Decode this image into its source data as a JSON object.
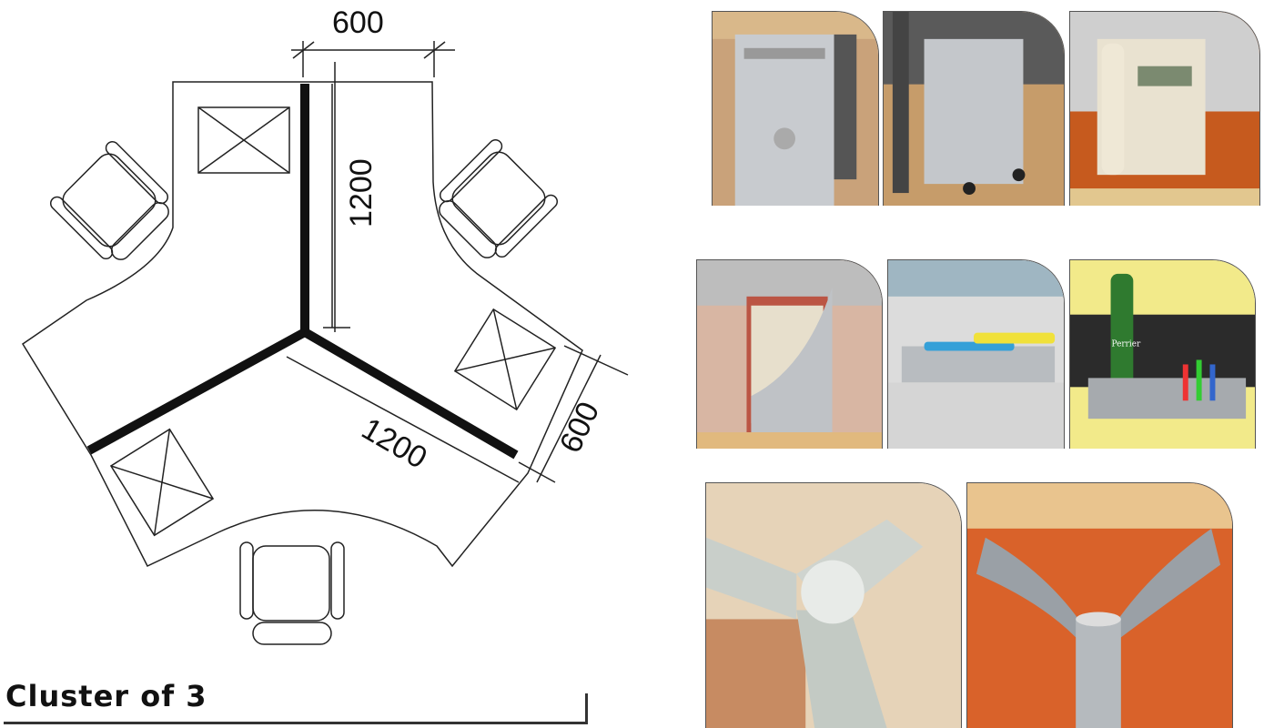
{
  "plan": {
    "title": "Cluster of 3",
    "dimensions": {
      "top_width": "600",
      "vertical_length": "1200",
      "diagonal_length": "1200",
      "right_width": "600"
    }
  },
  "photos": [
    {
      "name": "cpu-holder-hanging"
    },
    {
      "name": "cpu-trolley"
    },
    {
      "name": "telephone-holder"
    },
    {
      "name": "magazine-rack"
    },
    {
      "name": "pen-tray"
    },
    {
      "name": "bottle-tray",
      "label": "Perrier"
    },
    {
      "name": "three-way-connector"
    },
    {
      "name": "desk-leg-support"
    }
  ]
}
